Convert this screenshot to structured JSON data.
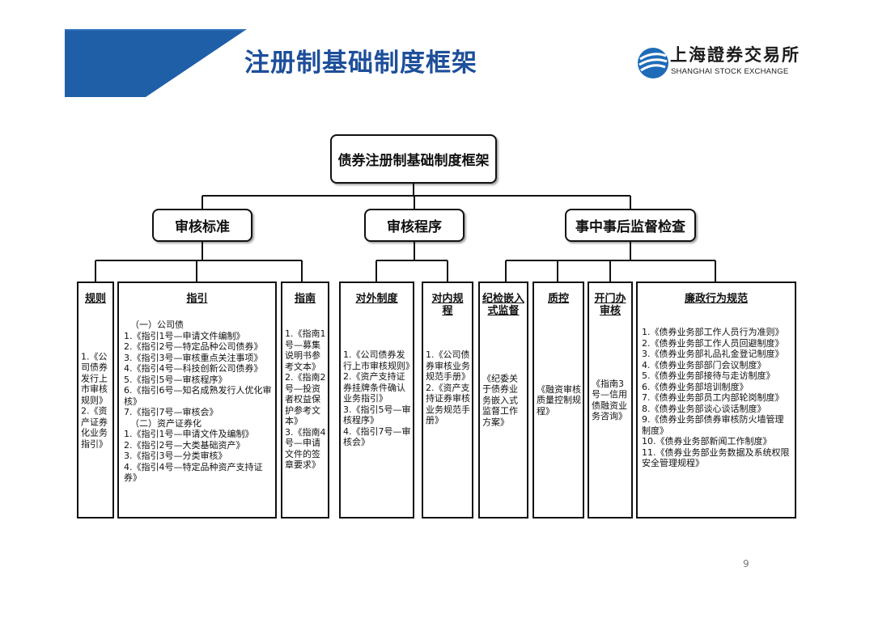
{
  "slide": {
    "title": "注册制基础制度框架",
    "page_number": "9"
  },
  "logo": {
    "name_cn": "上海證券交易所",
    "name_en": "SHANGHAI STOCK EXCHANGE",
    "mark_color": "#1e6bb8"
  },
  "colors": {
    "title": "#1d4f9a",
    "banner": "#1f5fa8"
  },
  "diagram": {
    "root": "债券注册制基础制度框架",
    "categories": [
      {
        "label": "审核标准",
        "children": [
          {
            "title": "规则",
            "items": [
              "1.《公司债券发行上市审核规则》",
              "2.《资产证券化业务指引》"
            ]
          },
          {
            "title": "指引",
            "sections": [
              {
                "heading": "（一）公司债",
                "items": [
                  "1.《指引1号—申请文件编制》",
                  "2.《指引2号—特定品种公司债券》",
                  "3.《指引3号—审核重点关注事项》",
                  "4.《指引4号—科技创新公司债券》",
                  "5.《指引5号—审核程序》",
                  "6.《指引6号—知名成熟发行人优化审核》",
                  "7.《指引7号—审核会》"
                ]
              },
              {
                "heading": "（二）资产证券化",
                "items": [
                  "1.《指引1号—申请文件及编制》",
                  "2.《指引2号—大类基础资产》",
                  "3.《指引3号—分类审核》",
                  "4.《指引4号—特定品种资产支持证券》"
                ]
              }
            ]
          },
          {
            "title": "指南",
            "items": [
              "1.《指南1号—募集说明书参考文本》",
              "2.《指南2号—投资者权益保护参考文本》",
              "3.《指南4号—申请文件的签章要求》"
            ]
          }
        ]
      },
      {
        "label": "审核程序",
        "children": [
          {
            "title": "对外制度",
            "items": [
              "1.《公司债券发行上市审核规则》",
              "2.《资产支持证券挂牌条件确认业务指引》",
              "3.《指引5号—审核程序》",
              "4.《指引7号—审核会》"
            ]
          },
          {
            "title": "对内规程",
            "items": [
              "1.《公司债券审核业务规范手册》",
              "2.《资产支持证券审核业务规范手册》"
            ]
          }
        ]
      },
      {
        "label": "事中事后监督检查",
        "children": [
          {
            "title": "纪检嵌入式监督",
            "items": [
              "《纪委关于债券业务嵌入式监督工作方案》"
            ]
          },
          {
            "title": "质控",
            "items": [
              "《融资审核质量控制规程》"
            ]
          },
          {
            "title": "开门办审核",
            "items": [
              "《指南3号—信用债融资业务咨询》"
            ]
          },
          {
            "title": "廉政行为规范",
            "items": [
              "1.《债券业务部工作人员行为准则》",
              "2.《债券业务部工作人员回避制度》",
              "3.《债券业务部礼品礼金登记制度》",
              "4.《债券业务部部门会议制度》",
              "5.《债券业务部接待与走访制度》",
              "6.《债券业务部培训制度》",
              "7.《债券业务部员工内部轮岗制度》",
              "8.《债券业务部谈心谈话制度》",
              "9.《债券业务部债券审核防火墙管理制度》",
              "10.《债券业务部新闻工作制度》",
              "11.《债券业务部业务数据及系统权限安全管理规程》"
            ]
          }
        ]
      }
    ]
  }
}
